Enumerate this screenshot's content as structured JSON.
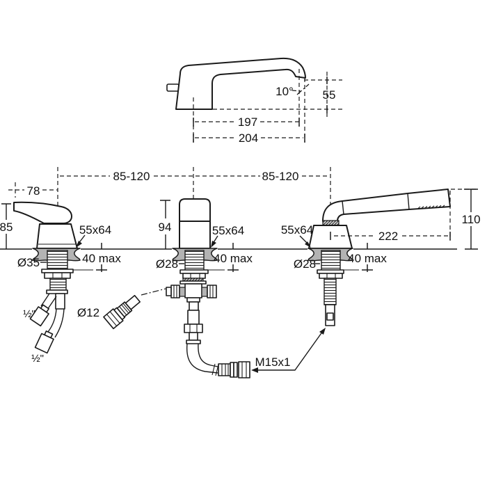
{
  "diagram": {
    "background": "#ffffff",
    "line_color": "#1a1a1a",
    "escutcheon_color": "#b3b3b3",
    "spout_view": {
      "angle": "10°",
      "outlet_height": "55",
      "reach": "197",
      "overall_reach": "204"
    },
    "spacing": {
      "left": "85-120",
      "right": "85-120"
    },
    "handle": {
      "length": "78",
      "height": "85",
      "cutout": "55x64",
      "escutcheon": "Ø35",
      "deck_max": "40 max"
    },
    "spout_base": {
      "height": "94",
      "cutout": "55x64",
      "escutcheon": "Ø28",
      "deck_max": "40 max"
    },
    "hand_shower": {
      "height": "110",
      "length": "222",
      "cutout": "55x64",
      "escutcheon": "Ø28",
      "deck_max": "40 max"
    },
    "connections": {
      "inlet_1": "½\"",
      "inlet_2": "½\"",
      "fitting_diameter": "Ø12",
      "hose_thread": "M15x1"
    }
  }
}
